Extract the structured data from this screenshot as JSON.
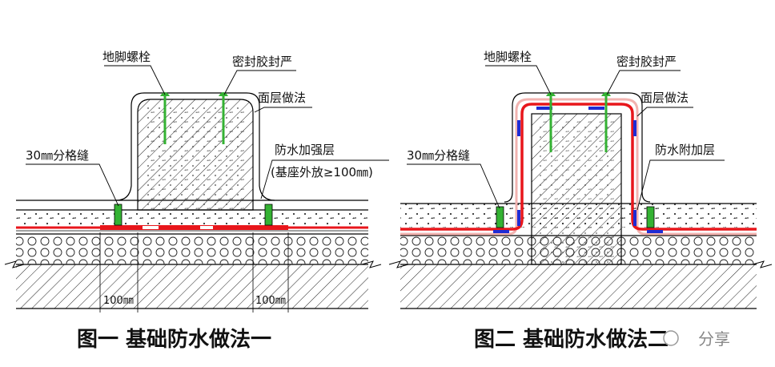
{
  "figure1": {
    "labels": {
      "anchor_bolt": "地脚螺栓",
      "sealant": "密封胶封严",
      "surface": "面层做法",
      "joint": "30㎜分格缝",
      "reinforce": "防水加强层",
      "reinforce_note": "(基座外放≥100㎜)",
      "dim_left": "100㎜",
      "dim_right": "100㎜"
    },
    "caption": "图一 基础防水做法一"
  },
  "figure2": {
    "labels": {
      "anchor_bolt": "地脚螺栓",
      "sealant": "密封胶封严",
      "surface": "面层做法",
      "joint": "30㎜分格缝",
      "additional": "防水附加层"
    },
    "caption": "图二 基础防水做法二"
  },
  "watermark": "分享",
  "colors": {
    "line": "#000000",
    "membrane": "#e8161b",
    "additional_layer": "#1f2bd4",
    "joint": "#34b233",
    "bolt": "#34b233",
    "protect_layer": "#f2b3b0",
    "watermark": "#888888"
  }
}
